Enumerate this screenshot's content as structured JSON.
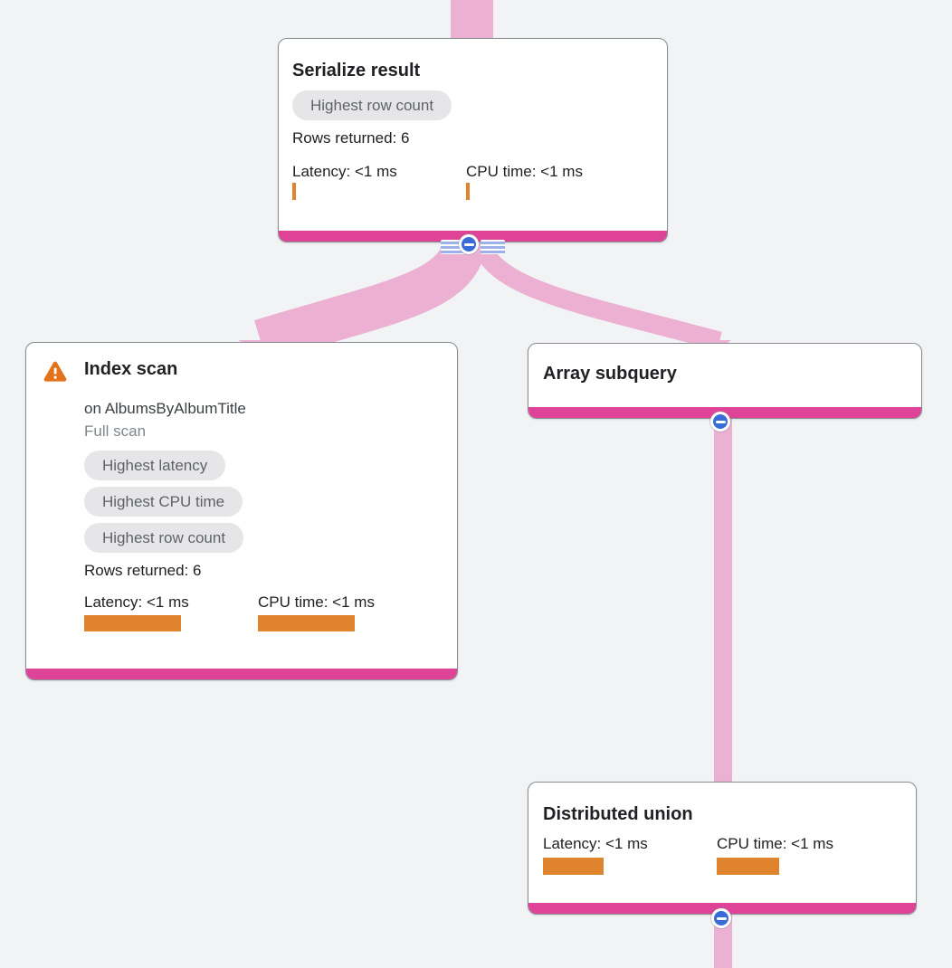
{
  "diagram": {
    "type": "query-execution-plan",
    "colors": {
      "background": "#f1f3f4",
      "edge_pink": "#ecb0d3",
      "node_accent_pink": "#de4397",
      "metric_bar_orange": "#e0832d",
      "warning_orange": "#e2731c",
      "collapse_blue": "#3a6cd8",
      "stripe_blue": "#9db1e8",
      "badge_bg": "#e6e6e8",
      "badge_text": "#5f6368"
    },
    "nodes": {
      "serialize_result": {
        "title": "Serialize result",
        "badges": [
          "Highest row count"
        ],
        "rows_returned": "Rows returned: 6",
        "latency_label": "Latency: <1 ms",
        "cpu_label": "CPU time: <1 ms",
        "latency_bar_style": "width:4px",
        "cpu_bar_style": "width:4px"
      },
      "index_scan": {
        "warning_icon": "warning-triangle",
        "title": "Index scan",
        "subtitle": "on AlbumsByAlbumTitle",
        "scan_type": "Full scan",
        "badges": [
          "Highest latency",
          "Highest CPU time",
          "Highest row count"
        ],
        "rows_returned": "Rows returned: 6",
        "latency_label": "Latency: <1 ms",
        "cpu_label": "CPU time: <1 ms",
        "latency_bar_style": "width:107px",
        "cpu_bar_style": "width:107px"
      },
      "array_subquery": {
        "title": "Array subquery"
      },
      "distributed_union": {
        "title": "Distributed union",
        "latency_label": "Latency: <1 ms",
        "cpu_label": "CPU time: <1 ms",
        "latency_bar_style": "width:67px",
        "cpu_bar_style": "width:69px"
      }
    },
    "controls": {
      "collapse_icon": "minus-in-circle"
    }
  }
}
